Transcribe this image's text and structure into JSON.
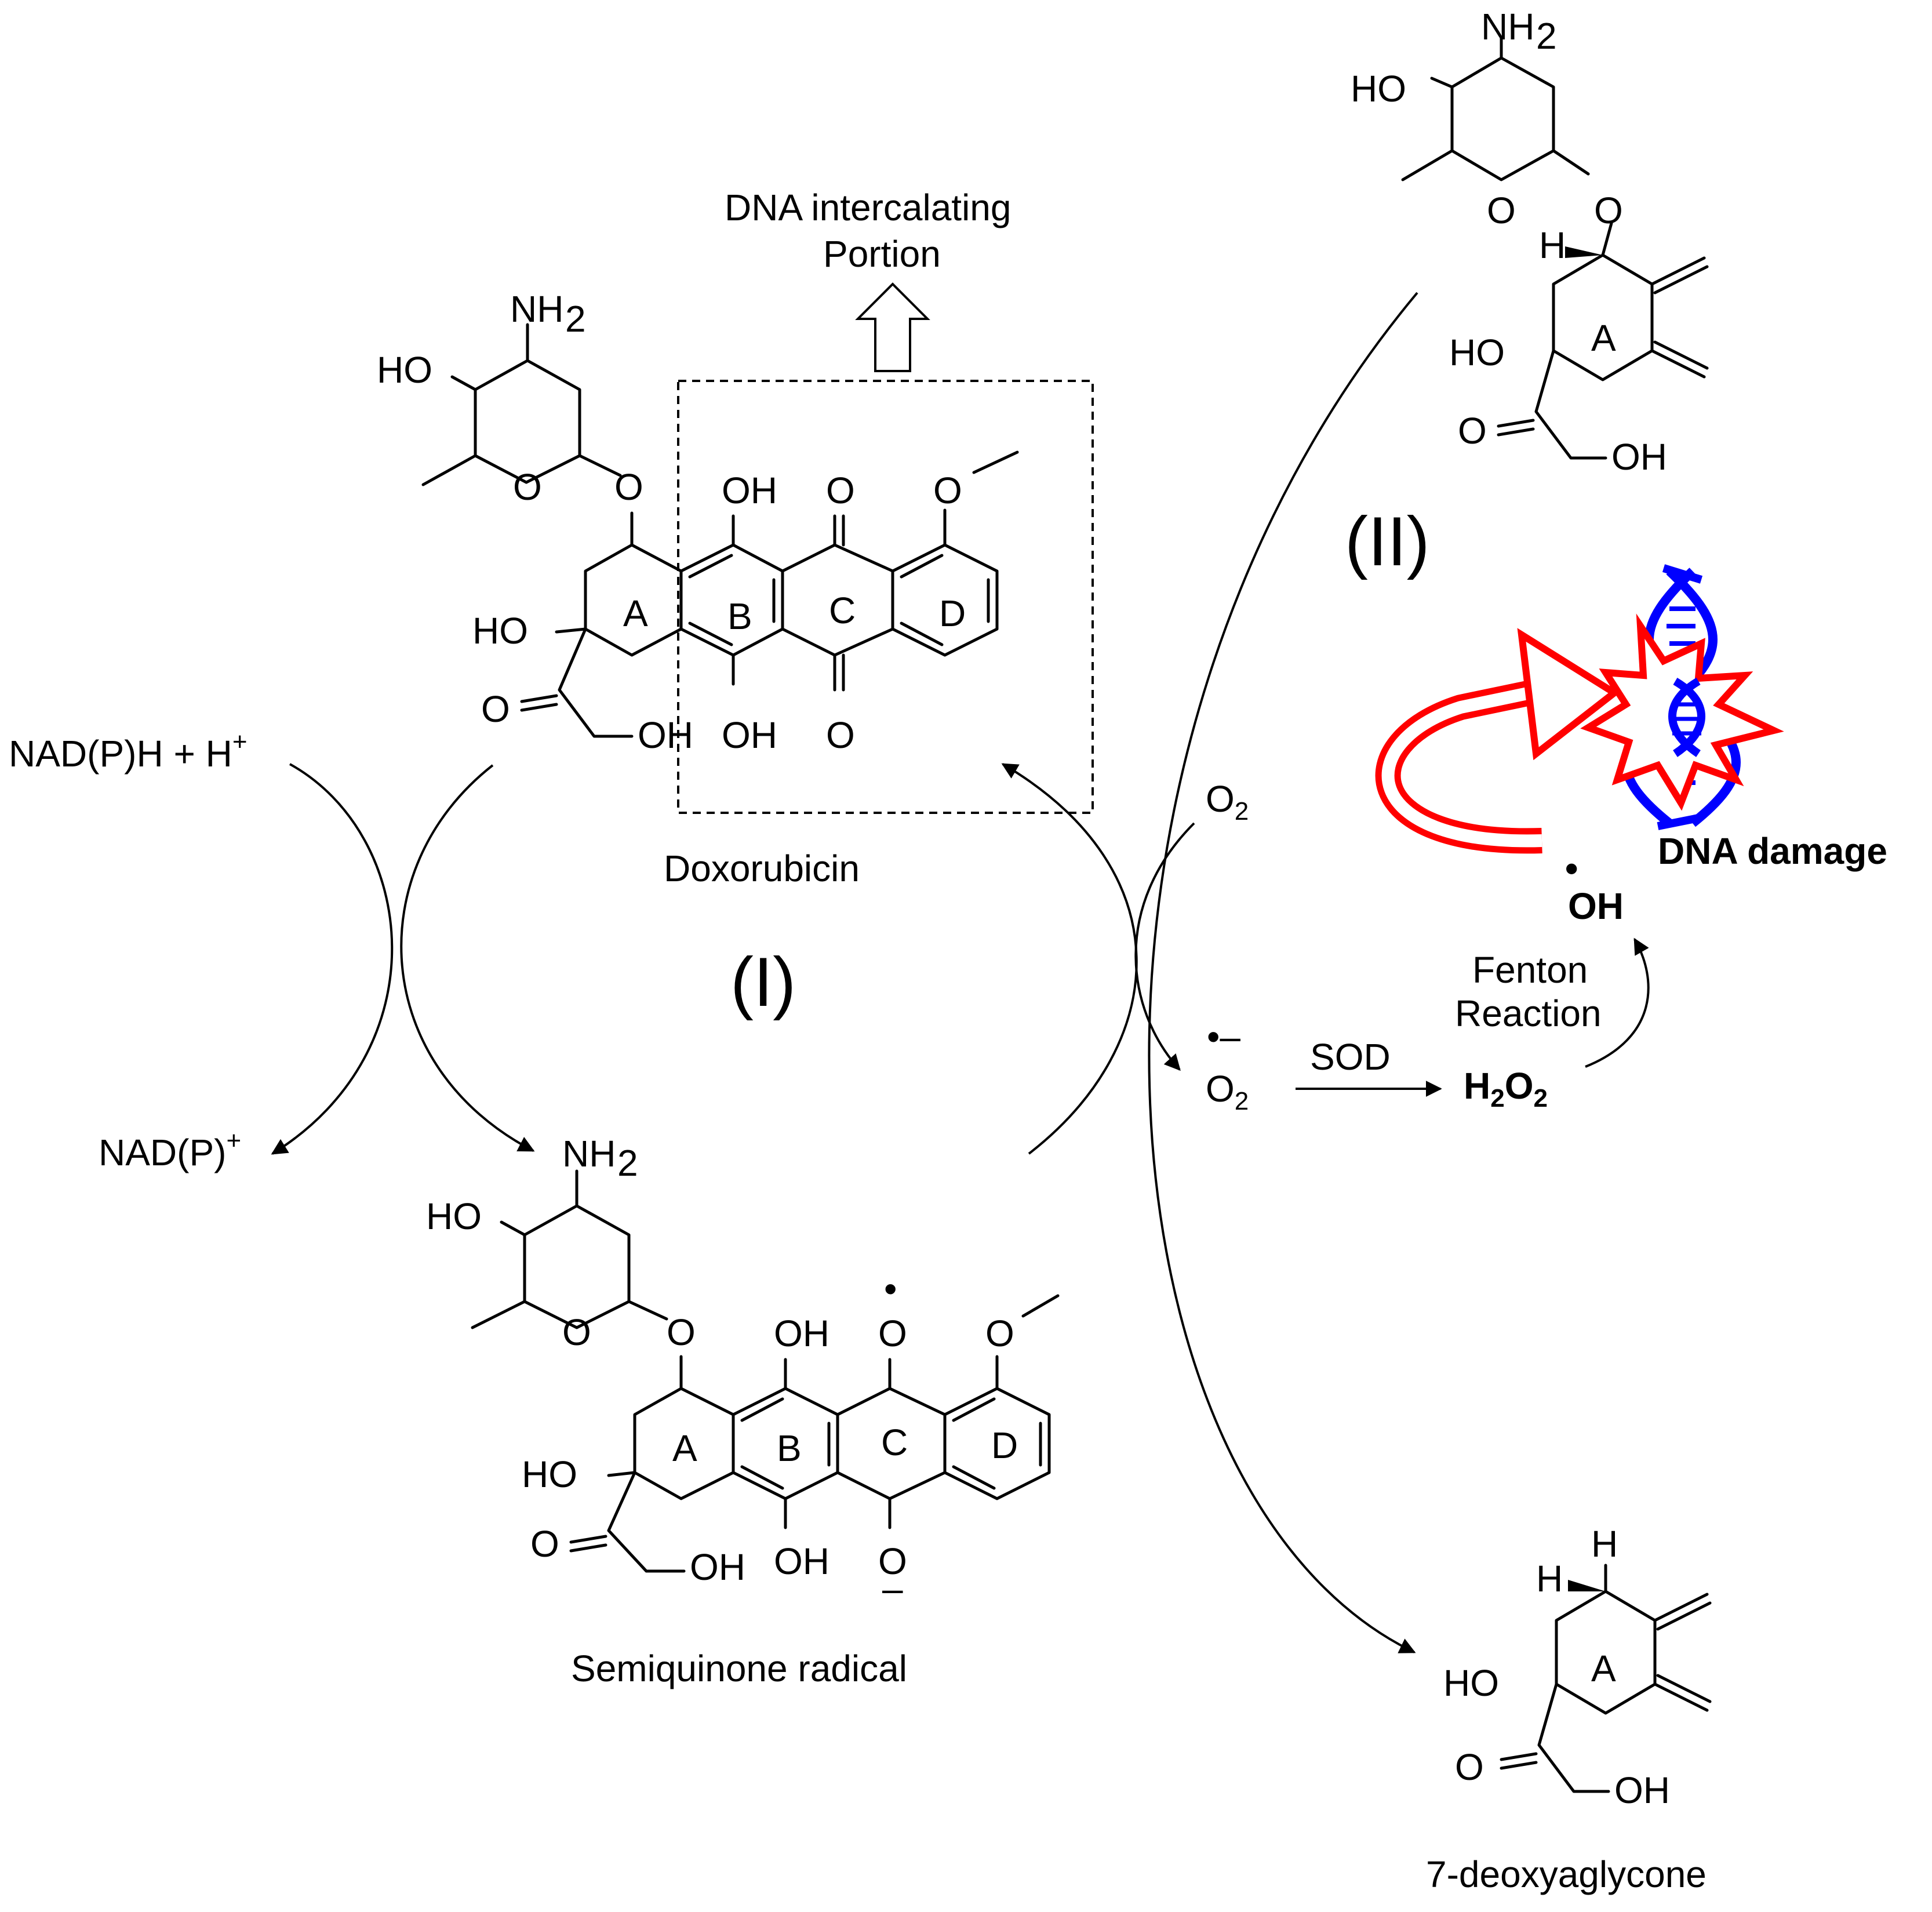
{
  "labels": {
    "dna_intercalating_line1": "DNA intercalating",
    "dna_intercalating_line2": "Portion",
    "doxorubicin": "Doxorubicin",
    "semiquinone": "Semiquinone radical",
    "deoxyaglycone": "7-deoxyaglycone",
    "pathway_1": "(I)",
    "pathway_2": "(II)",
    "nadph": "NAD(P)H + H",
    "nadph_sup": "+",
    "nadp": "NAD(P)",
    "nadp_sup": "+",
    "o2": "O",
    "o2_sub": "2",
    "superoxide": "O",
    "superoxide_sub": "2",
    "superoxide_sup": "•–",
    "sod": "SOD",
    "h2o2": "H",
    "h2o2_sub1": "2",
    "h2o2_mid": "O",
    "h2o2_sub2": "2",
    "fenton_line1": "Fenton",
    "fenton_line2": "Reaction",
    "hydroxyl": "OH",
    "hydroxyl_dot": "•",
    "dna_damage": "DNA damage"
  },
  "atoms": {
    "nh2": "NH",
    "nh2_sub": "2",
    "ho": "HO",
    "oh": "OH",
    "o": "O",
    "h": "H",
    "ring_a": "A",
    "ring_b": "B",
    "ring_c": "C",
    "ring_d": "D",
    "radical_dot": "•",
    "anion": "–"
  },
  "colors": {
    "ink": "#000000",
    "fenton_arrow": "#ff0000",
    "dna_strand": "#0000ff",
    "explosion": "#ff0000"
  }
}
